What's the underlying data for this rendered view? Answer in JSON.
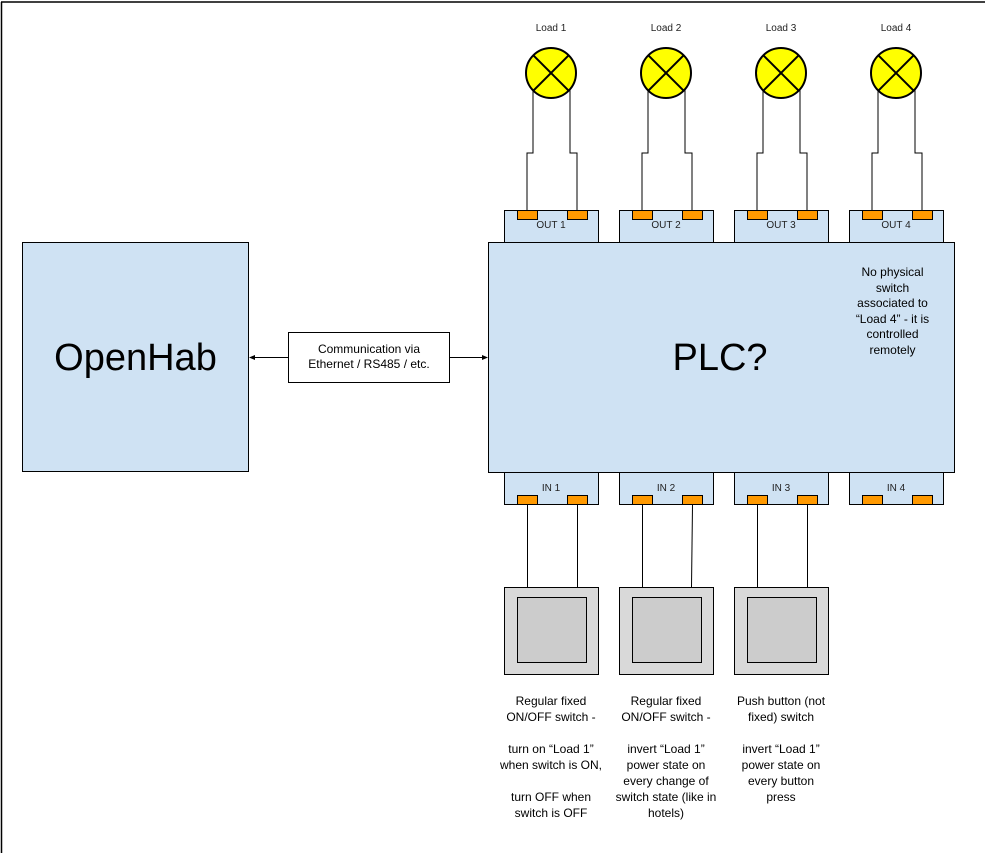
{
  "colors": {
    "box_fill": "#cfe2f3",
    "lamp_fill": "#ffff00",
    "terminal_fill": "#ff9900",
    "switch_outer_fill": "#d9d9d9",
    "switch_inner_fill": "#cccccc",
    "stroke": "#000000"
  },
  "openhab": {
    "label": "OpenHab"
  },
  "link": {
    "label_line1": "Communication via",
    "label_line2": "Ethernet / RS485 / etc."
  },
  "plc": {
    "label": "PLC?",
    "note": "No physical\nswitch\nassociated to\n“Load 4” - it is\ncontrolled\nremotely"
  },
  "loads": [
    {
      "label": "Load 1",
      "icon": "lamp-icon"
    },
    {
      "label": "Load 2",
      "icon": "lamp-icon"
    },
    {
      "label": "Load 3",
      "icon": "lamp-icon"
    },
    {
      "label": "Load 4",
      "icon": "lamp-icon"
    }
  ],
  "outputs": [
    {
      "label": "OUT 1"
    },
    {
      "label": "OUT 2"
    },
    {
      "label": "OUT 3"
    },
    {
      "label": "OUT 4"
    }
  ],
  "inputs": [
    {
      "label": "IN 1"
    },
    {
      "label": "IN 2"
    },
    {
      "label": "IN 3"
    },
    {
      "label": "IN 4"
    }
  ],
  "switches": [
    {
      "icon": "switch-icon",
      "description": "Regular fixed\nON/OFF switch -\n\nturn on “Load 1”\nwhen switch is ON,\n\nturn OFF when\nswitch is OFF"
    },
    {
      "icon": "switch-icon",
      "description": "Regular fixed\nON/OFF switch -\n\ninvert “Load 1”\npower state on\nevery change of\nswitch state (like in\nhotels)"
    },
    {
      "icon": "switch-icon",
      "description": "Push button (not\nfixed) switch\n\ninvert “Load 1”\npower state on\nevery button\npress"
    }
  ]
}
